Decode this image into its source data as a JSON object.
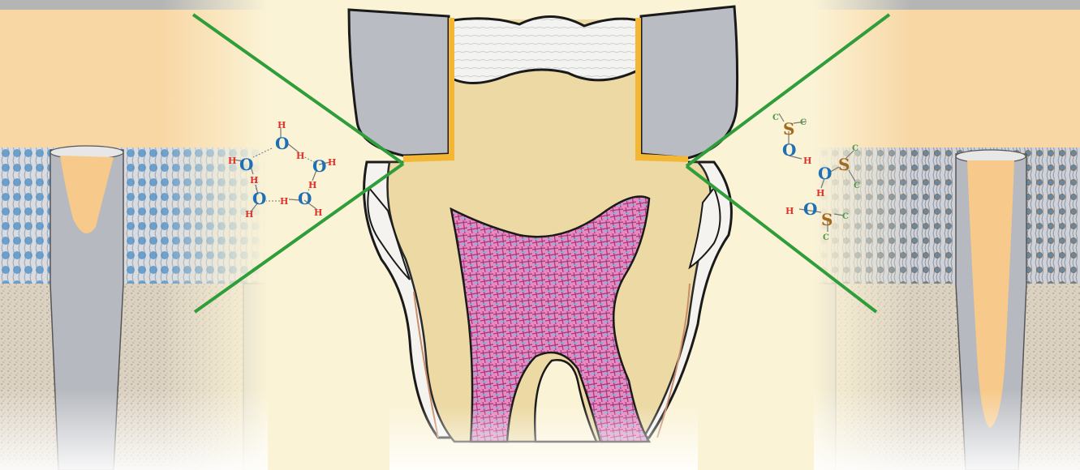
{
  "colors": {
    "background": "#fbf3d6",
    "pointer_line": "#2f9d3a",
    "dentin": "#ecd9a3",
    "enamel": "#f2f2f0",
    "restoration": "#b9bcc2",
    "bond_layer": "#f4b735",
    "pulp": "#e58bbf",
    "collagen_fibers": "#5a94c8",
    "resin_tag": "#f7c98a",
    "oxygen_atom": "#1f6fb5",
    "hydrogen_atom": "#e0312a",
    "sulfur_atom": "#a46a1c",
    "carbon_atom": "#4d9a4a"
  },
  "left_inset": {
    "molecule": "water",
    "oxygen_symbol": "O",
    "hydrogen_symbol": "H"
  },
  "right_inset": {
    "molecule": "dimethyl-sulfoxide",
    "oxygen_symbol": "O",
    "hydrogen_symbol": "H",
    "sulfur_symbol": "S",
    "carbon_symbol": "C"
  }
}
